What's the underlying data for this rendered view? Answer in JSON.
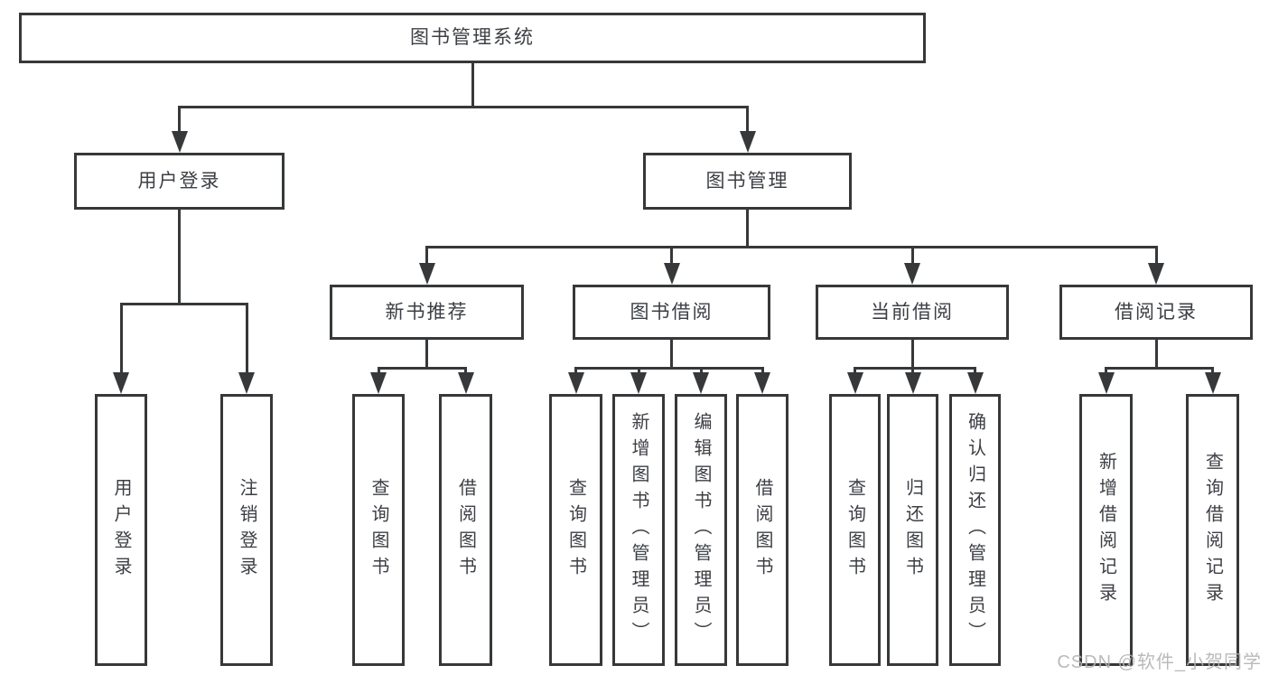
{
  "diagram": {
    "type": "tree",
    "watermark": "CSDN @软件_小贺同学",
    "colors": {
      "background": "#ffffff",
      "line": "#36383a",
      "box_fill": "#ffffff",
      "text": "#3c3f44",
      "watermark": "#b3b3b3"
    },
    "nodes": [
      {
        "id": "root",
        "parent": null,
        "label": "图书管理系统"
      },
      {
        "id": "user-login",
        "parent": "root",
        "label": "用户登录"
      },
      {
        "id": "book-mgmt",
        "parent": "root",
        "label": "图书管理"
      },
      {
        "id": "new-book-rec",
        "parent": "book-mgmt",
        "label": "新书推荐"
      },
      {
        "id": "book-borrow",
        "parent": "book-mgmt",
        "label": "图书借阅"
      },
      {
        "id": "current-borrow",
        "parent": "book-mgmt",
        "label": "当前借阅"
      },
      {
        "id": "borrow-records",
        "parent": "book-mgmt",
        "label": "借阅记录"
      },
      {
        "id": "leaf-user-login",
        "parent": "user-login",
        "label": "用户登录"
      },
      {
        "id": "leaf-logout",
        "parent": "user-login",
        "label": "注销登录"
      },
      {
        "id": "nb-query-books",
        "parent": "new-book-rec",
        "label": "查询图书"
      },
      {
        "id": "nb-borrow-books",
        "parent": "new-book-rec",
        "label": "借阅图书"
      },
      {
        "id": "bb-query-books",
        "parent": "book-borrow",
        "label": "查询图书"
      },
      {
        "id": "bb-add-books",
        "parent": "book-borrow",
        "label": "新增图书（管理员）"
      },
      {
        "id": "bb-edit-books",
        "parent": "book-borrow",
        "label": "编辑图书（管理员）"
      },
      {
        "id": "bb-borrow-books",
        "parent": "book-borrow",
        "label": "借阅图书"
      },
      {
        "id": "cb-query-books",
        "parent": "current-borrow",
        "label": "查询图书"
      },
      {
        "id": "cb-return-books",
        "parent": "current-borrow",
        "label": "归还图书"
      },
      {
        "id": "cb-confirm-return",
        "parent": "current-borrow",
        "label": "确认归还（管理员）"
      },
      {
        "id": "br-add-record",
        "parent": "borrow-records",
        "label": "新增借阅记录"
      },
      {
        "id": "br-query-record",
        "parent": "borrow-records",
        "label": "查询借阅记录"
      }
    ]
  }
}
